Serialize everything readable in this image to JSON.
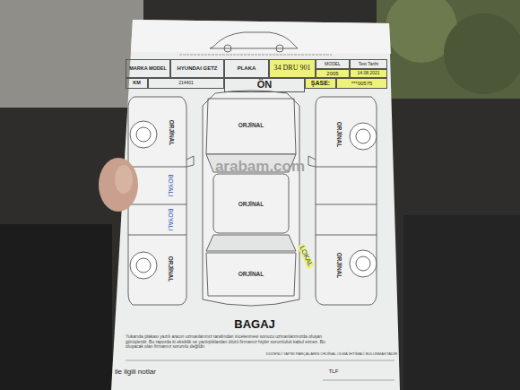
{
  "diagram": {
    "nodes": [
      {
        "text": [
          "MARKA MODEL"
        ]
      },
      {
        "text": [
          "HYUNDAI GETZ"
        ]
      },
      {
        "text": [
          "PLAKA"
        ]
      },
      {
        "text": [
          "34 DRU 901"
        ]
      },
      {
        "text": [
          "MODEL"
        ]
      },
      {
        "text": [
          "Test Tarihi"
        ]
      },
      {
        "text": [
          "2005"
        ]
      },
      {
        "text": [
          "14.08.2021"
        ]
      },
      {
        "text": [
          "KM"
        ]
      },
      {
        "text": [
          "214401"
        ]
      },
      {
        "text": [
          "ÖN"
        ]
      },
      {
        "text": [
          "ŞASE:"
        ]
      },
      {
        "text": [
          "***00575"
        ]
      }
    ],
    "labels": [
      "ORJİNAL",
      "ORJİNAL",
      "ORJİNAL",
      "arabam.com",
      "BOYALI",
      "BOYALI",
      "ORJİNAL",
      "LOKAL",
      "ORJİNAL",
      "ORJİNAL",
      "ORJİNAL",
      "BAGAJ",
      "Yukarıda plakası yazılı aracın uzmanlarımız tarafından incelenmesi sonucu uzmanlarımızda oluşan görüşlerdir. Bu raporda ki eksiklik ve yanlışlıklardan ötürü firmamız hiçbir sorumluluk kabul etmez. Bu oluşacak olan firmamız sorumlu değildir.",
      "DÜZENLİ YAPIM PARÇALARIN ORJİNAL OLMA İHTİMALİ BULUNMAKTADIR",
      "ile ilgili notlar",
      "TLF"
    ]
  }
}
